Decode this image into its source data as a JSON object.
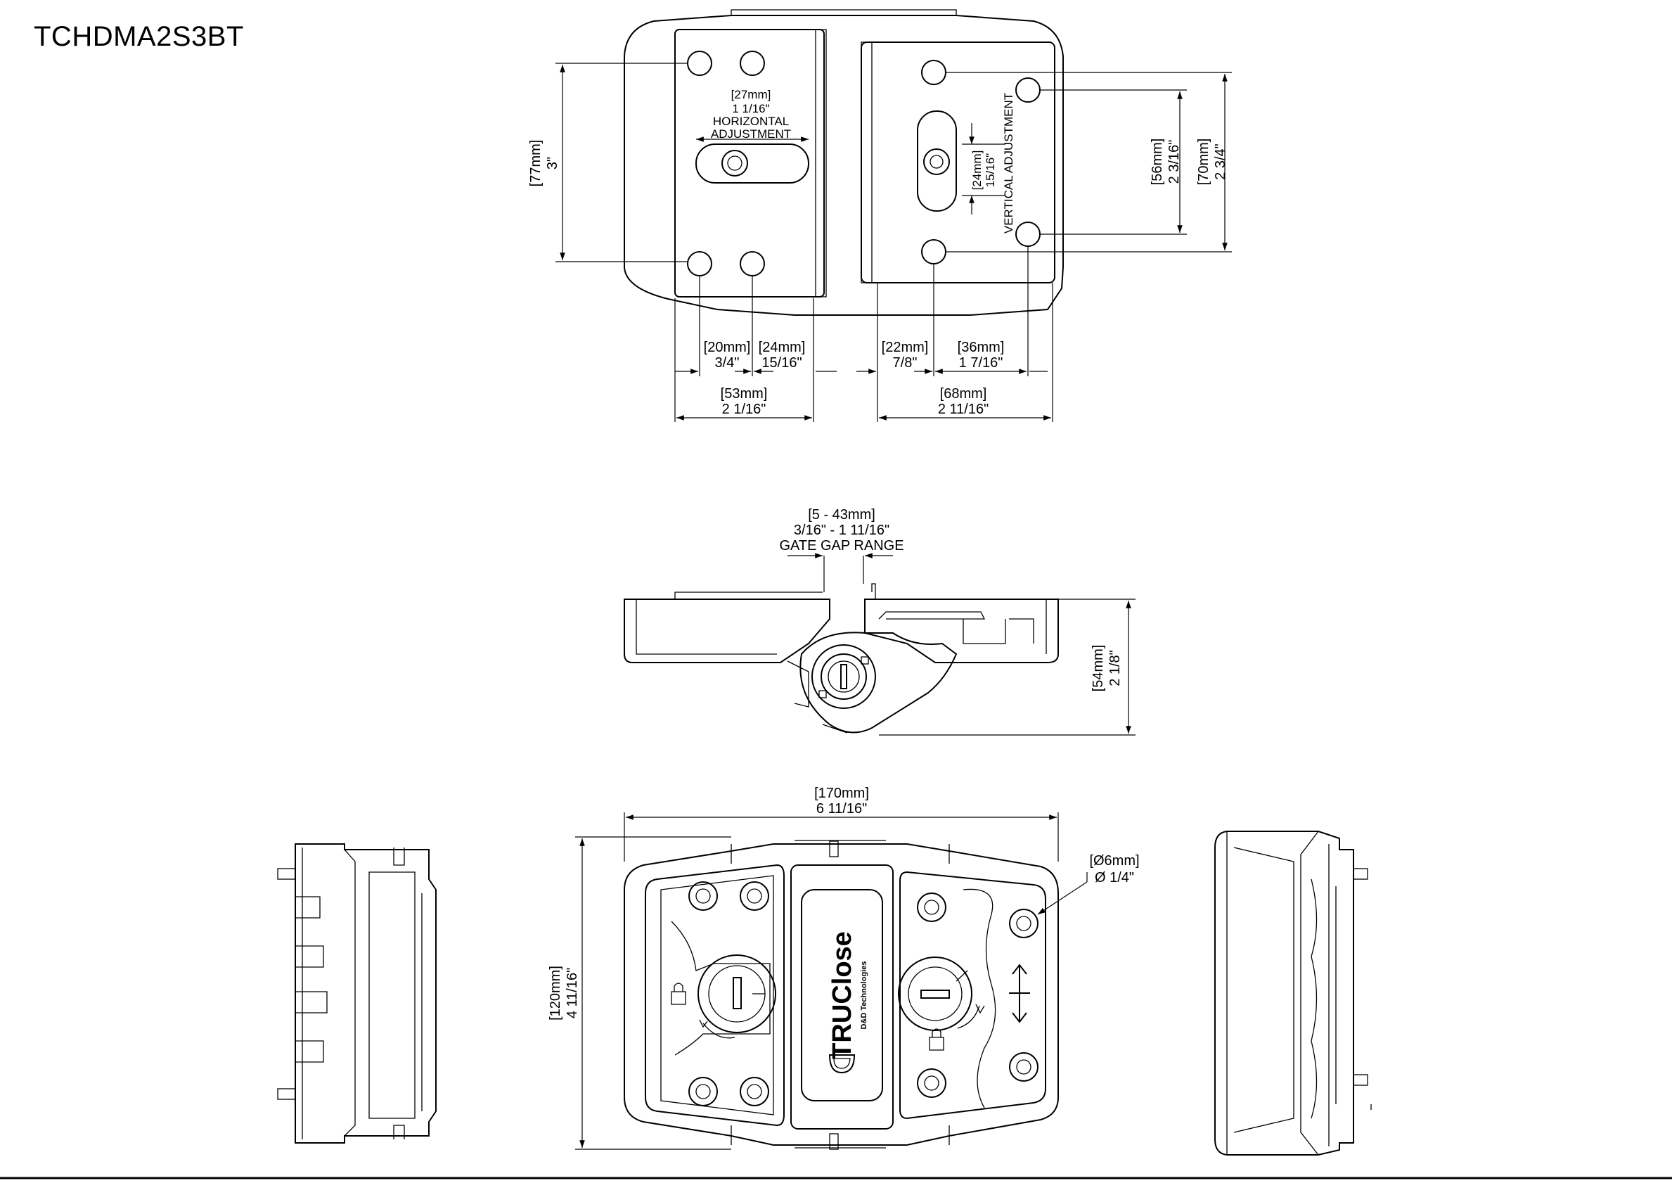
{
  "title": "TCHDMA2S3BT",
  "top_view": {
    "horiz_adj_mm": "[27mm]",
    "horiz_adj_in": "1 1/16\"",
    "horiz_adj_label1": "HORIZONTAL",
    "horiz_adj_label2": "ADJUSTMENT",
    "vert_adj_mm": "[24mm]",
    "vert_adj_in": "15/16\"",
    "vert_adj_label": "VERTICAL ADJUSTMENT",
    "left_height_mm": "[77mm]",
    "left_height_in": "3\"",
    "right_inner_mm": "[56mm]",
    "right_inner_in": "2 3/16\"",
    "right_outer_mm": "[70mm]",
    "right_outer_in": "2 3/4\"",
    "d20_mm": "[20mm]",
    "d20_in": "3/4\"",
    "d24_mm": "[24mm]",
    "d24_in": "15/16\"",
    "d22_mm": "[22mm]",
    "d22_in": "7/8\"",
    "d36_mm": "[36mm]",
    "d36_in": "1 7/16\"",
    "d53_mm": "[53mm]",
    "d53_in": "2 1/16\"",
    "d68_mm": "[68mm]",
    "d68_in": "2 11/16\""
  },
  "side_view": {
    "gap_mm": "[5 - 43mm]",
    "gap_in": "3/16\" - 1 11/16\"",
    "gap_label": "GATE GAP RANGE",
    "height_mm": "[54mm]",
    "height_in": "2 1/8\""
  },
  "front_view": {
    "width_mm": "[170mm]",
    "width_in": "6 11/16\"",
    "height_mm": "[120mm]",
    "height_in": "4 11/16\"",
    "hole_mm": "[Ø6mm]",
    "hole_in": "Ø 1/4\"",
    "brand": "TRUClose",
    "brand_sub": "D&D Technologies"
  }
}
